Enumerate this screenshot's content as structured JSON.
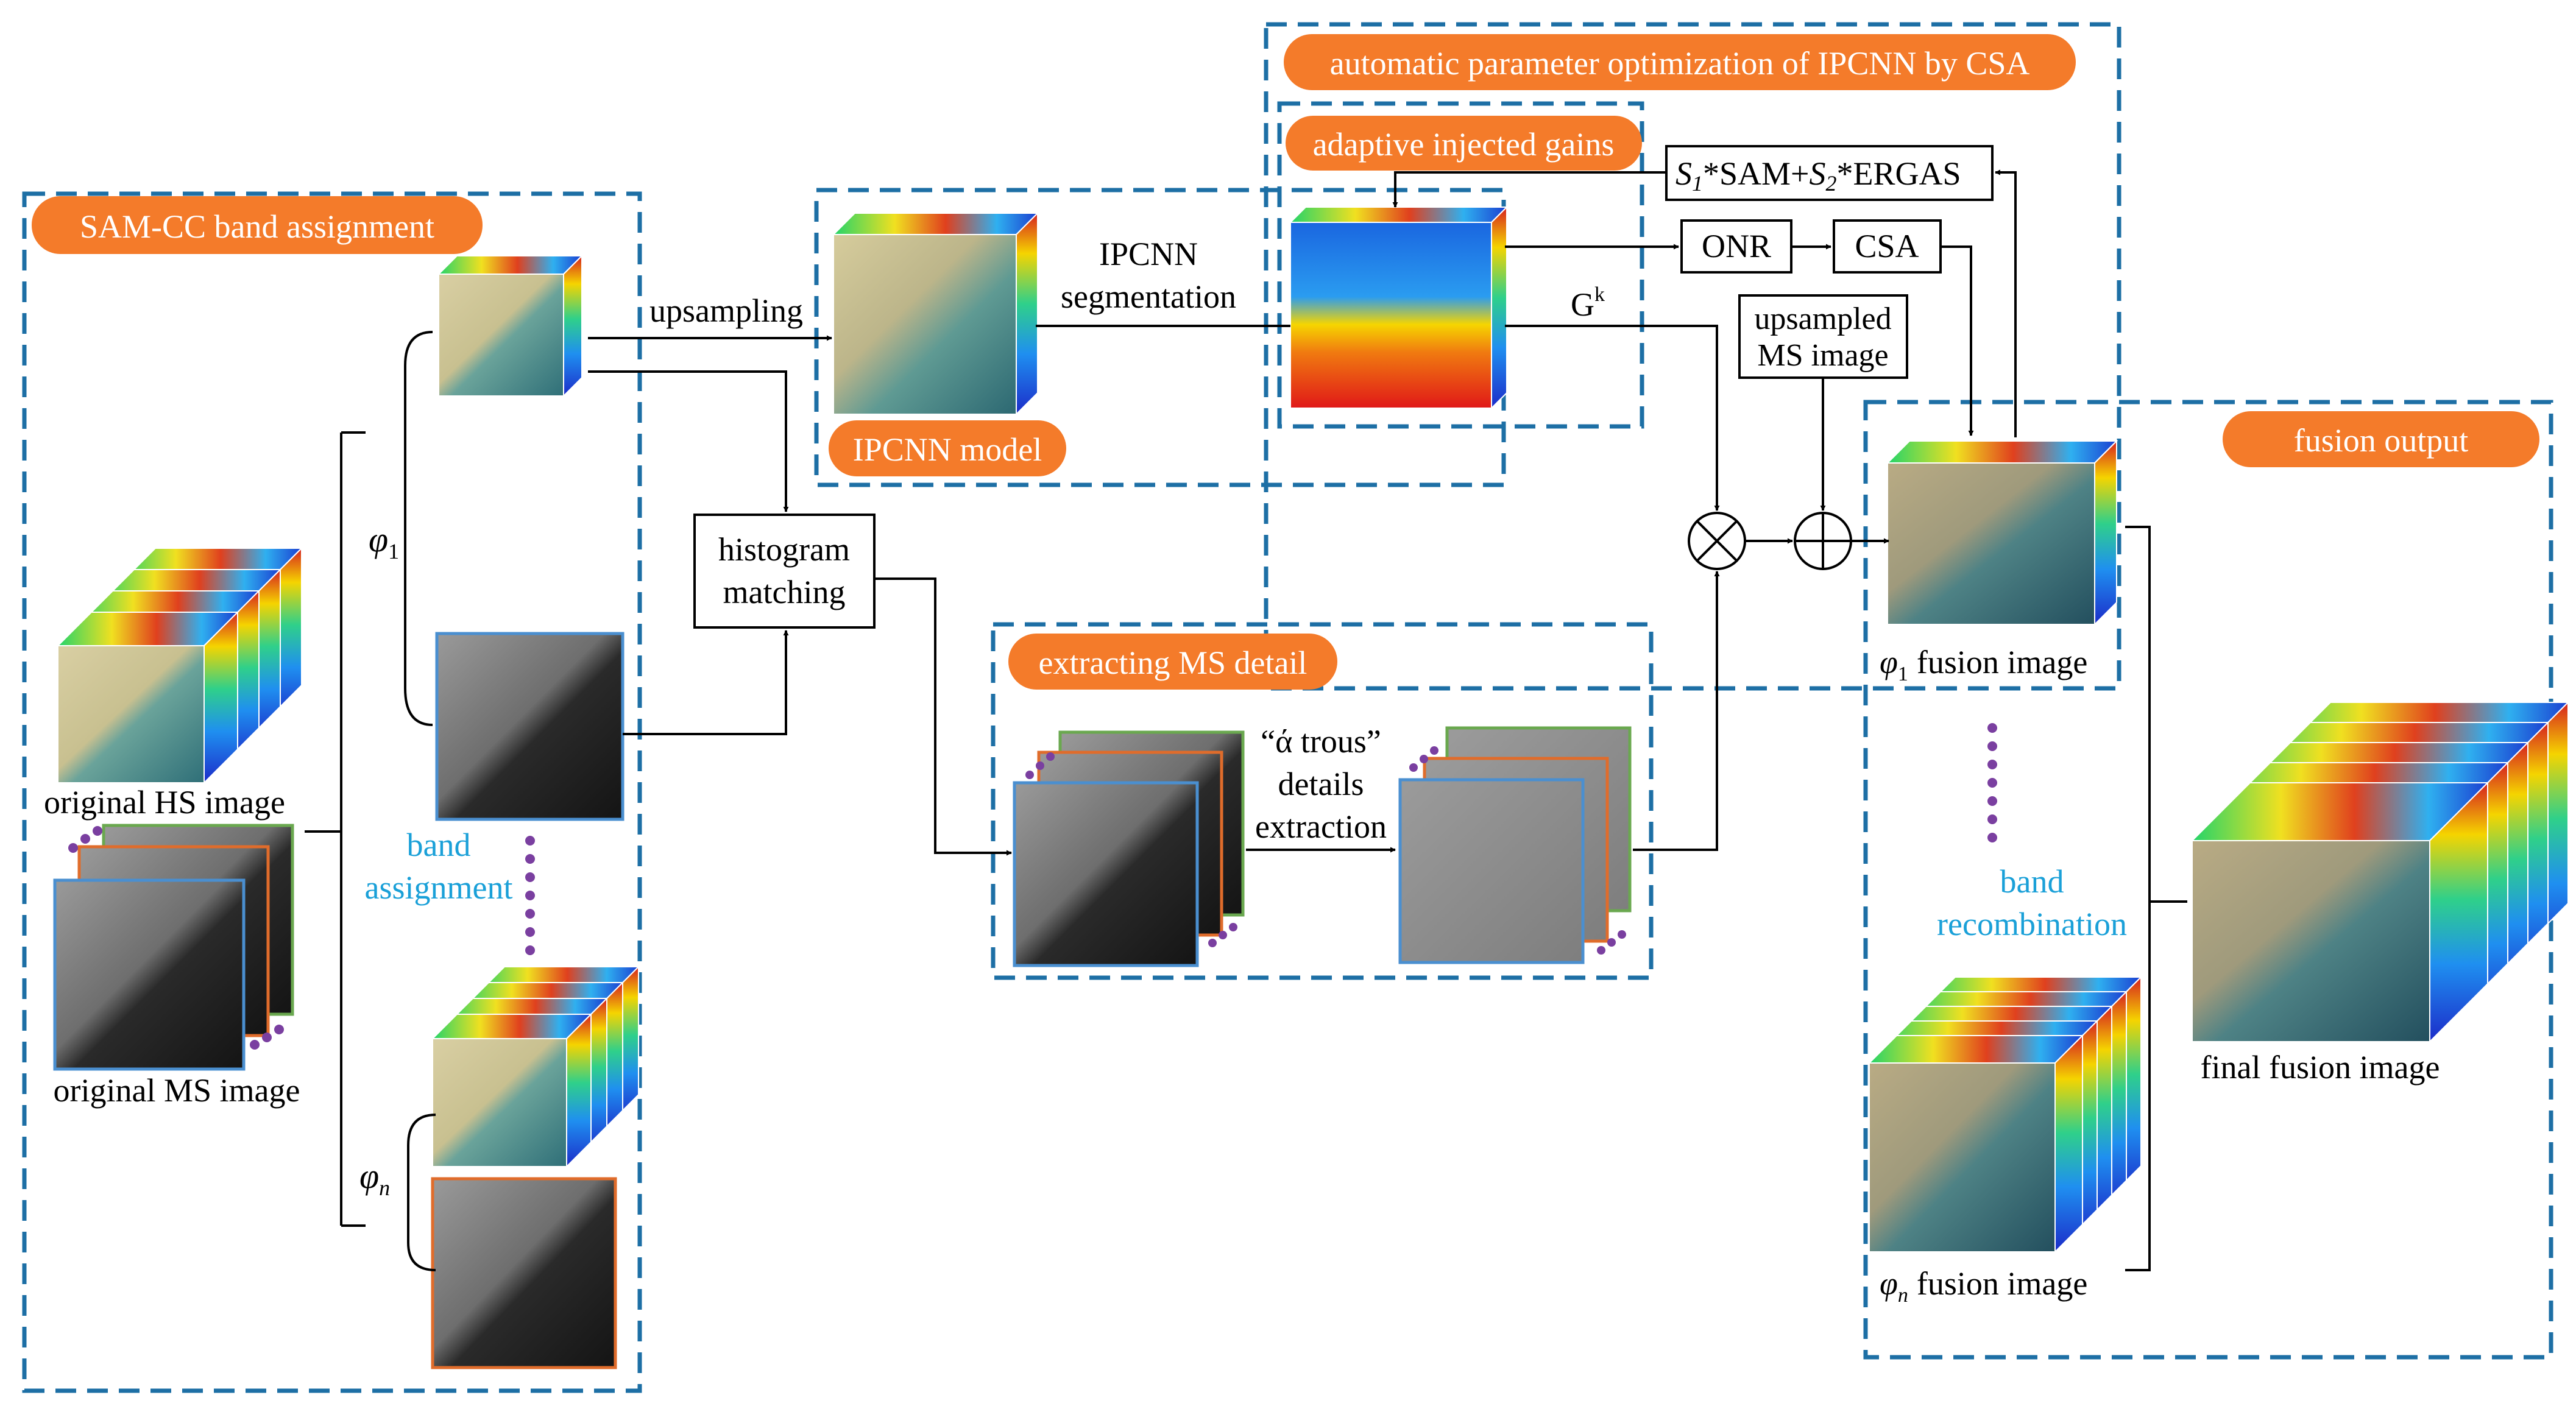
{
  "panels": {
    "sam_cc": "SAM-CC band assignment",
    "ipcnn_model": "IPCNN model",
    "automatic_opt": "automatic parameter optimization of IPCNN by CSA",
    "adaptive_gains": "adaptive injected gains",
    "extracting_ms": "extracting MS detail",
    "fusion_output": "fusion output"
  },
  "labels": {
    "original_hs": "original HS image",
    "original_ms": "original MS image",
    "band_assignment_1": "band",
    "band_assignment_2": "assignment",
    "phi_1": "φ",
    "phi_1_sub": "1",
    "phi_n": "φ",
    "phi_n_sub": "n",
    "upsampling": "upsampling",
    "ipcnn_seg_1": "IPCNN",
    "ipcnn_seg_2": "segmentation",
    "gk": "G",
    "gk_sup": "k",
    "histogram_1": "histogram",
    "histogram_2": "matching",
    "atrous_1": "“ά trous”",
    "atrous_2": "details",
    "atrous_3": "extraction",
    "onr": "ONR",
    "csa": "CSA",
    "formula_s1": "S",
    "formula_s1_sub": "1",
    "formula_mid": "*SAM+",
    "formula_s2": "S",
    "formula_s2_sub": "2",
    "formula_end": "*ERGAS",
    "upsampled_1": "upsampled",
    "upsampled_2": "MS image",
    "phi1_fusion": "fusion image",
    "phin_fusion": "fusion image",
    "band_recomb_1": "band",
    "band_recomb_2": "recombination",
    "final_fusion": "final fusion image",
    "multiply_symbol": "⊗",
    "add_symbol": "⊕"
  },
  "colors": {
    "dash_blue": "#1d6fa5",
    "pill_orange": "#f47b2a",
    "cyan_text": "#1aa0d8",
    "dot_purple": "#7a3fa0",
    "frame_green": "#6aa84f",
    "frame_orange": "#e06c2b",
    "frame_blue": "#4a8fd0"
  }
}
